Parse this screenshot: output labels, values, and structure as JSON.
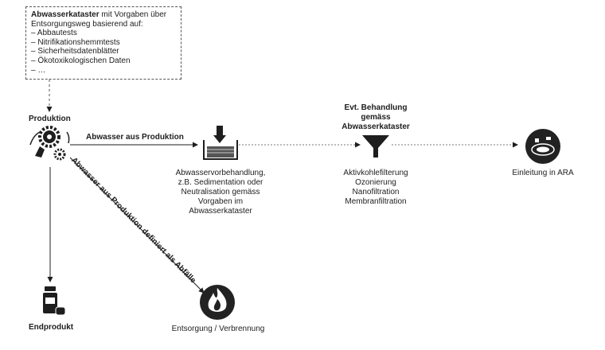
{
  "info_box": {
    "title": "Abwasserkataster",
    "title_rest": " mit Vorgaben über Entsorgungsweg basierend auf:",
    "items": [
      "Abbautests",
      "Nitrifikationshemmtests",
      "Sicherheitsdatenblätter",
      "Ökotoxikologischen Daten",
      "…"
    ]
  },
  "nodes": {
    "production": "Produktion",
    "end_product": "Endprodukt",
    "pretreatment_lines": [
      "Abwasservorbehandlung,",
      "z.B. Sedimentation oder",
      "Neutralisation gemäss",
      "Vorgaben im",
      "Abwasserkataster"
    ],
    "treatment_title_lines": [
      "Evt. Behandlung",
      "gemäss",
      "Abwasserkataster"
    ],
    "treatment_lines": [
      "Aktivkohlefilterung",
      "Ozonierung",
      "Nanofiltration",
      "Membranfiltration"
    ],
    "ara": "Einleitung in ARA",
    "disposal": "Entsorgung / Verbrennung"
  },
  "edges": {
    "wastewater": "Abwasser aus Produktion",
    "waste_defined": "Abwasser aus Produktion definiert als Abfälle"
  },
  "colors": {
    "ink": "#1e1e1e",
    "dark_fill": "#222222"
  }
}
